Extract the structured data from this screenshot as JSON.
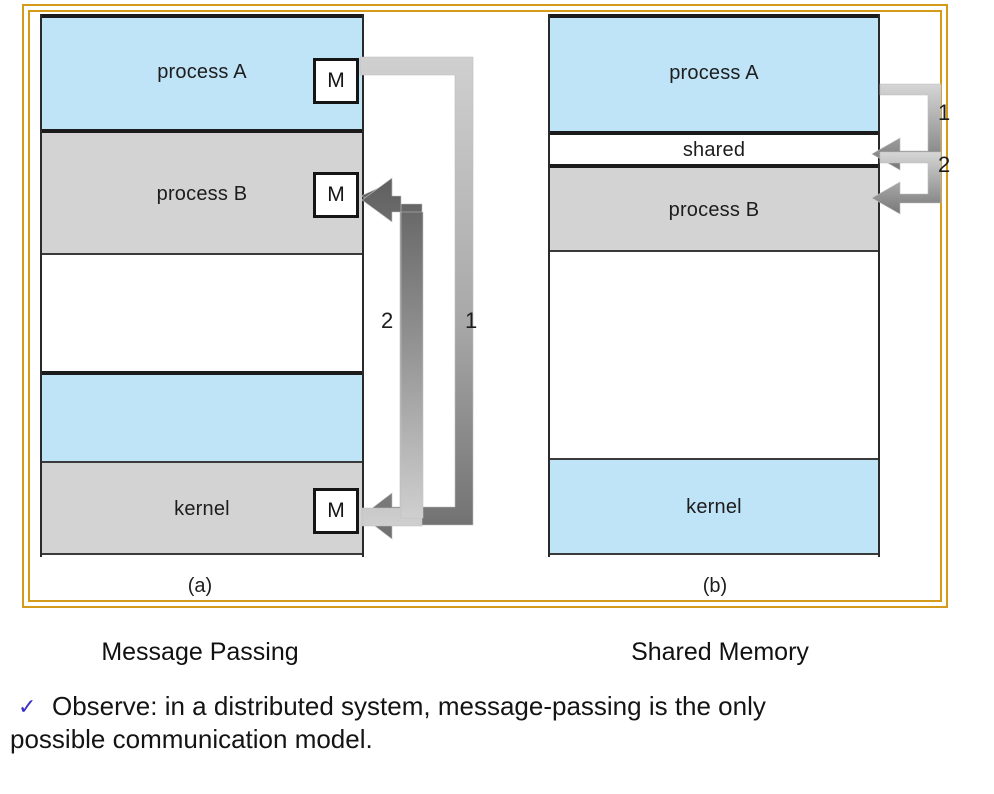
{
  "figure": {
    "panel_a": {
      "id_label": "(a)",
      "caption": "Message Passing",
      "bands": [
        {
          "name": "process A",
          "label": "process A",
          "fill": "#bfe4f8"
        },
        {
          "name": "process B",
          "label": "process B",
          "fill": "#d3d3d3"
        },
        {
          "name": "empty-white",
          "label": "",
          "fill": "#ffffff"
        },
        {
          "name": "empty-blue",
          "label": "",
          "fill": "#bfe4f8"
        },
        {
          "name": "kernel",
          "label": "kernel",
          "fill": "#d3d3d3"
        }
      ],
      "mailboxes": [
        {
          "owner": "process A",
          "label": "M"
        },
        {
          "owner": "process B",
          "label": "M"
        },
        {
          "owner": "kernel",
          "label": "M"
        }
      ],
      "arrows": [
        {
          "label": "1",
          "from": "process A M",
          "to": "kernel M",
          "color": "#9a9a9a"
        },
        {
          "label": "2",
          "from": "kernel M",
          "to": "process B M",
          "color": "#6e6e6e"
        }
      ]
    },
    "panel_b": {
      "id_label": "(b)",
      "caption": "Shared Memory",
      "bands": [
        {
          "name": "process A",
          "label": "process A",
          "fill": "#bfe4f8"
        },
        {
          "name": "shared",
          "label": "shared",
          "fill": "#ffffff"
        },
        {
          "name": "process B",
          "label": "process B",
          "fill": "#d3d3d3"
        },
        {
          "name": "empty-white",
          "label": "",
          "fill": "#ffffff"
        },
        {
          "name": "kernel",
          "label": "kernel",
          "fill": "#bfe4f8"
        }
      ],
      "arrows": [
        {
          "label": "1",
          "from": "process A",
          "to": "shared",
          "color": "#8a8a8a"
        },
        {
          "label": "2",
          "from": "shared",
          "to": "process B",
          "color": "#8a8a8a"
        }
      ]
    },
    "frame_color": "#d49a1a"
  },
  "bullet": {
    "marker": "✓",
    "marker_color": "#3b2fc4",
    "line1": "Observe: in a distributed system, message-passing is the only",
    "line2": "possible communication model."
  }
}
